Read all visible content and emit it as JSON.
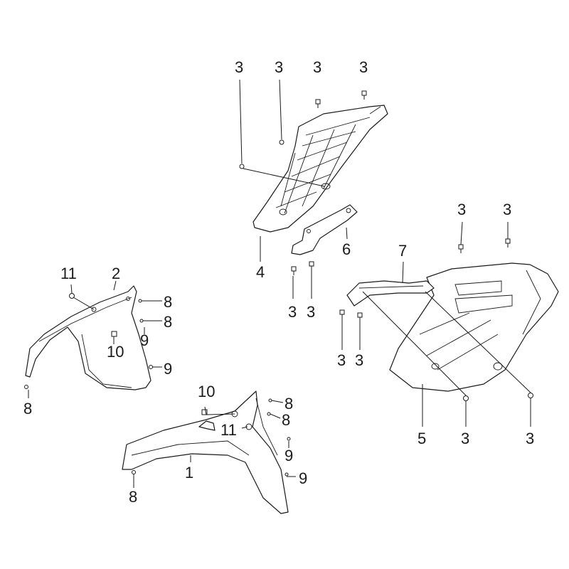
{
  "diagram": {
    "type": "exploded-parts-diagram",
    "callouts": {
      "c3_a": "3",
      "c3_b": "3",
      "c3_c": "3",
      "c3_d": "3",
      "c3_e": "3",
      "c3_f": "3",
      "c3_g": "3",
      "c3_h": "3",
      "c3_i": "3",
      "c3_j": "3",
      "c3_k": "3",
      "c3_l": "3",
      "c1": "1",
      "c2": "2",
      "c4": "4",
      "c5": "5",
      "c6": "6",
      "c7": "7",
      "c8_a": "8",
      "c8_b": "8",
      "c8_c": "8",
      "c8_d": "8",
      "c8_e": "8",
      "c8_f": "8",
      "c9_a": "9",
      "c9_b": "9",
      "c9_c": "9",
      "c9_d": "9",
      "c10_a": "10",
      "c10_b": "10",
      "c11_a": "11",
      "c11_b": "11"
    },
    "colors": {
      "line": "#1a1a1a",
      "fill": "#ffffff"
    }
  }
}
